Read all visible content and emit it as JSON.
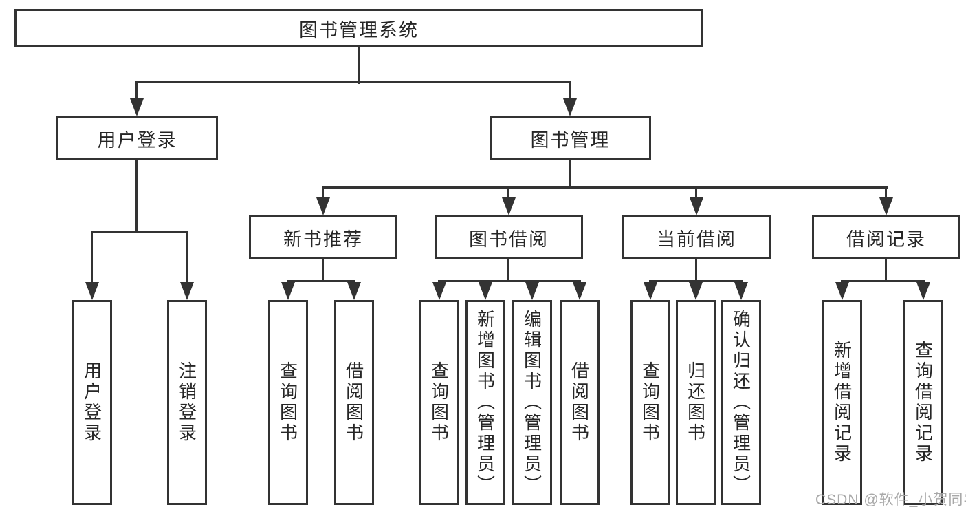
{
  "tree": {
    "root": "图书管理系统",
    "level2": [
      "用户登录",
      "图书管理"
    ],
    "level3": [
      "新书推荐",
      "图书借阅",
      "当前借阅",
      "借阅记录"
    ],
    "leaves": {
      "user_login": [
        "用户登录",
        "注销登录"
      ],
      "new_book_recommend": [
        "查询图书",
        "借阅图书"
      ],
      "book_borrow": [
        "查询图书",
        "新增图书（管理员）",
        "编辑图书（管理员）",
        "借阅图书"
      ],
      "current_borrow": [
        "查询图书",
        "归还图书",
        "确认归还（管理员）"
      ],
      "borrow_records": [
        "新增借阅记录",
        "查询借阅记录"
      ]
    }
  },
  "colors": {
    "line": "#333333",
    "node_fill": "#ffffff",
    "text": "#262626",
    "watermark": "#a8a8a8"
  },
  "watermark": "CSDN @软件_小贺同学"
}
